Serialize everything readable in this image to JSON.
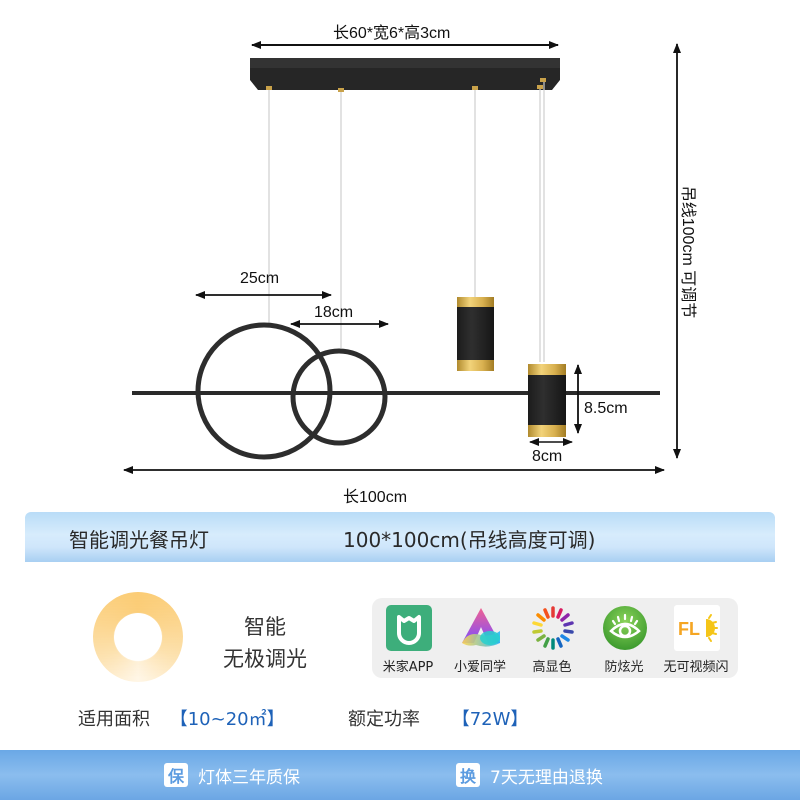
{
  "diagram": {
    "top_dimension": "长60*宽6*高3cm",
    "cord_dimension": "吊线100cm 可调节",
    "large_ring_dimension": "25cm",
    "small_ring_dimension": "18cm",
    "cylinder_height": "8.5cm",
    "cylinder_width": "8cm",
    "total_length": "长100cm"
  },
  "spec_bar": {
    "product_name": "智能调光餐吊灯",
    "product_size": "100*100cm(吊线高度可调)"
  },
  "dimming": {
    "line1": "智能",
    "line2": "无极调光",
    "ring_color": "#fbd389"
  },
  "features": [
    {
      "icon": "mijia-app-icon",
      "label": "米家APP",
      "color": "#3cb371"
    },
    {
      "icon": "xiaoai-icon",
      "label": "小爱同学",
      "color": "#3ec6e0"
    },
    {
      "icon": "high-cri-color-icon",
      "label": "高显色",
      "color": "#e53935"
    },
    {
      "icon": "anti-glare-eye-icon",
      "label": "防炫光",
      "color": "#4caf50"
    },
    {
      "icon": "flicker-free-icon",
      "label": "无可视频闪",
      "color": "#f5a623"
    }
  ],
  "specs": {
    "area_label": "适用面积",
    "area_value": "【10~20㎡】",
    "power_label": "额定功率",
    "power_value": "【72W】",
    "value_color": "#1e62b8"
  },
  "footer": {
    "warranty_badge": "保",
    "warranty_text": "灯体三年质保",
    "return_badge": "换",
    "return_text": "7天无理由退换",
    "background": "#6aa8e6"
  }
}
